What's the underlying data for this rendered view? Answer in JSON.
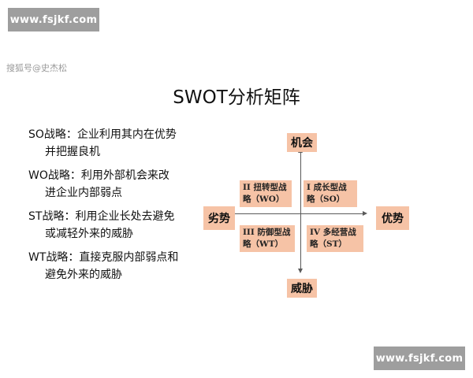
{
  "watermark_top": "www.fsjkf.com",
  "watermark_bottom": "www.fsjkf.com",
  "source": "搜狐号@史杰松",
  "title": "SWOT分析矩阵",
  "strategies": [
    {
      "line1": "SO战略：企业利用其内在优势",
      "line2": "并把握良机"
    },
    {
      "line1": "WO战略：利用外部机会来改",
      "line2": "进企业内部弱点"
    },
    {
      "line1": "ST战略：利用企业长处去避免",
      "line2": "或减轻外来的威胁"
    },
    {
      "line1": "WT战略：直接克服内部弱点和",
      "line2": "避免外来的威胁"
    }
  ],
  "matrix": {
    "top": "机会",
    "bottom": "威胁",
    "left": "劣势",
    "right": "优势",
    "quadrants": {
      "wo": {
        "line1": "II 扭转型战",
        "line2": "略（WO）"
      },
      "so": {
        "line1": "I 成长型战",
        "line2": "略（SO）"
      },
      "wt": {
        "line1": "III 防御型战",
        "line2": "略（WT）"
      },
      "st": {
        "line1": "IV 多经营战",
        "line2": "略（ST）"
      }
    }
  },
  "colors": {
    "label_fill": "#f6c3a6",
    "watermark_bg": "#9e9e9e",
    "axis": "#5a5a5a"
  }
}
